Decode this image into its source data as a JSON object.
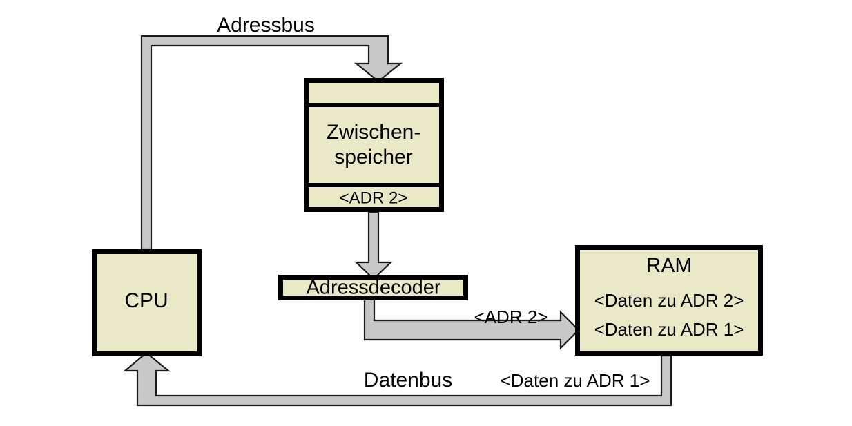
{
  "diagram": {
    "title": "Adressbus / Datenbus Speicherzugriff",
    "colors": {
      "box_fill": "#e9e9c8",
      "box_border": "#000000",
      "bus_fill": "#c8c8c8",
      "bus_border": "#1a1a1a",
      "background": "#ffffff",
      "text": "#000000"
    },
    "nodes": {
      "cpu": {
        "label": "CPU"
      },
      "zwischenspeicher": {
        "section_top": "",
        "label_line1": "Zwischen-",
        "label_line2": "speicher",
        "section_bottom": "<ADR 2>"
      },
      "adressdecoder": {
        "label": "Adressdecoder"
      },
      "ram": {
        "label": "RAM",
        "row1": "<Daten zu ADR 2>",
        "row2": "<Daten zu ADR 1>"
      }
    },
    "buses": {
      "adressbus": {
        "label": "Adressbus",
        "from": "CPU",
        "to": "Zwischenspeicher"
      },
      "zs_to_decoder": {
        "label": "",
        "from": "Zwischenspeicher",
        "to": "Adressdecoder"
      },
      "decoder_to_ram": {
        "label": "<ADR 2>",
        "from": "Adressdecoder",
        "to": "RAM"
      },
      "datenbus": {
        "label": "Datenbus",
        "payload": "<Daten zu ADR 1>",
        "from": "RAM",
        "to": "CPU"
      }
    }
  }
}
